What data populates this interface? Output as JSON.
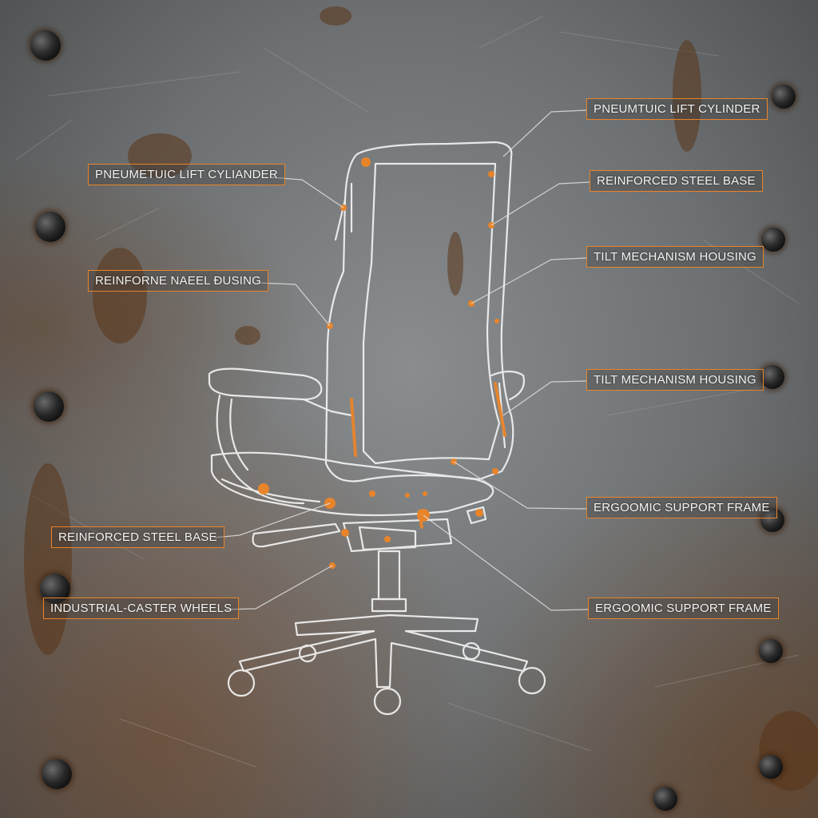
{
  "theme": {
    "accent": "#e8842a",
    "stroke": "#f2f2f2",
    "plate": "#6d7072",
    "rust": "#7a4a22"
  },
  "callouts": [
    {
      "id": "left-1",
      "text": "PNEUMETUIC LIFT CYLIANDER"
    },
    {
      "id": "left-2",
      "text": "REINFORNE ΝAEEL ĐUSING"
    },
    {
      "id": "left-3",
      "text": "REINFORCED STEEL BASE"
    },
    {
      "id": "left-4",
      "text": "INDUSTRIAL-CASTER WHEELS"
    },
    {
      "id": "right-1",
      "text": "PNEUMTUIC LIFT CYLINDER"
    },
    {
      "id": "right-2",
      "text": "REINFORCED STEEL BASE"
    },
    {
      "id": "right-3",
      "text": "TILT MECHANISM HOUSING"
    },
    {
      "id": "right-4",
      "text": "TILT MECHANISM HOUSING"
    },
    {
      "id": "right-5",
      "text": "ERGOOMIC SUPPORT FRAME"
    },
    {
      "id": "right-6",
      "text": "ERGOOMIC SUPPORT FRAME"
    }
  ]
}
